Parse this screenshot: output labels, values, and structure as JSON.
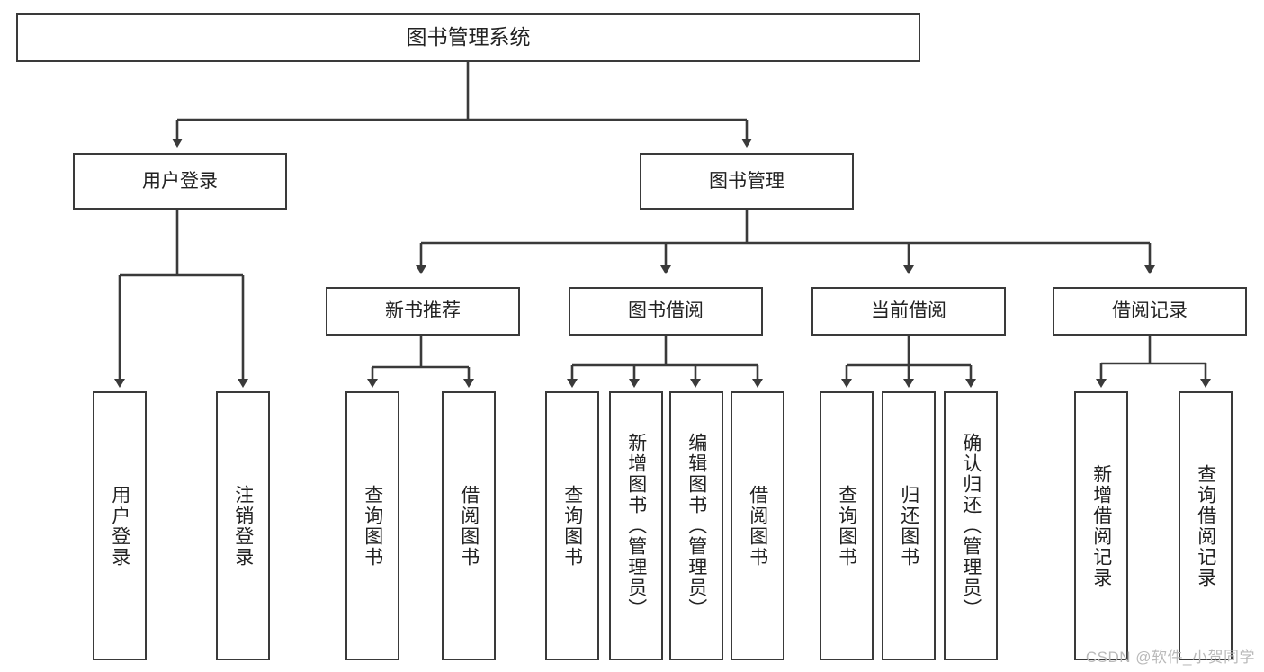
{
  "diagram": {
    "title": "图书管理系统",
    "type": "functional-structure-tree",
    "root": {
      "label": "图书管理系统"
    },
    "level2": [
      {
        "label": "用户登录"
      },
      {
        "label": "图书管理"
      }
    ],
    "level3": [
      {
        "label": "新书推荐"
      },
      {
        "label": "图书借阅"
      },
      {
        "label": "当前借阅"
      },
      {
        "label": "借阅记录"
      }
    ],
    "leaves": {
      "user_login": [
        {
          "label": "用户登录"
        },
        {
          "label": "注销登录"
        }
      ],
      "new_book_recommend": [
        {
          "label": "查询图书"
        },
        {
          "label": "借阅图书"
        }
      ],
      "book_borrow": [
        {
          "label": "查询图书"
        },
        {
          "label": "新增图书（管理员）"
        },
        {
          "label": "编辑图书（管理员）"
        },
        {
          "label": "借阅图书"
        }
      ],
      "current_borrow": [
        {
          "label": "查询图书"
        },
        {
          "label": "归还图书"
        },
        {
          "label": "确认归还（管理员）"
        }
      ],
      "borrow_record": [
        {
          "label": "新增借阅记录"
        },
        {
          "label": "查询借阅记录"
        }
      ]
    }
  },
  "watermark": {
    "text": "CSDN @软件_小贺同学"
  },
  "colors": {
    "box_border": "#3a3a3a",
    "box_fill": "#ffffff",
    "line": "#3a3a3a",
    "text": "#222222",
    "watermark": "#b9b9b9"
  }
}
